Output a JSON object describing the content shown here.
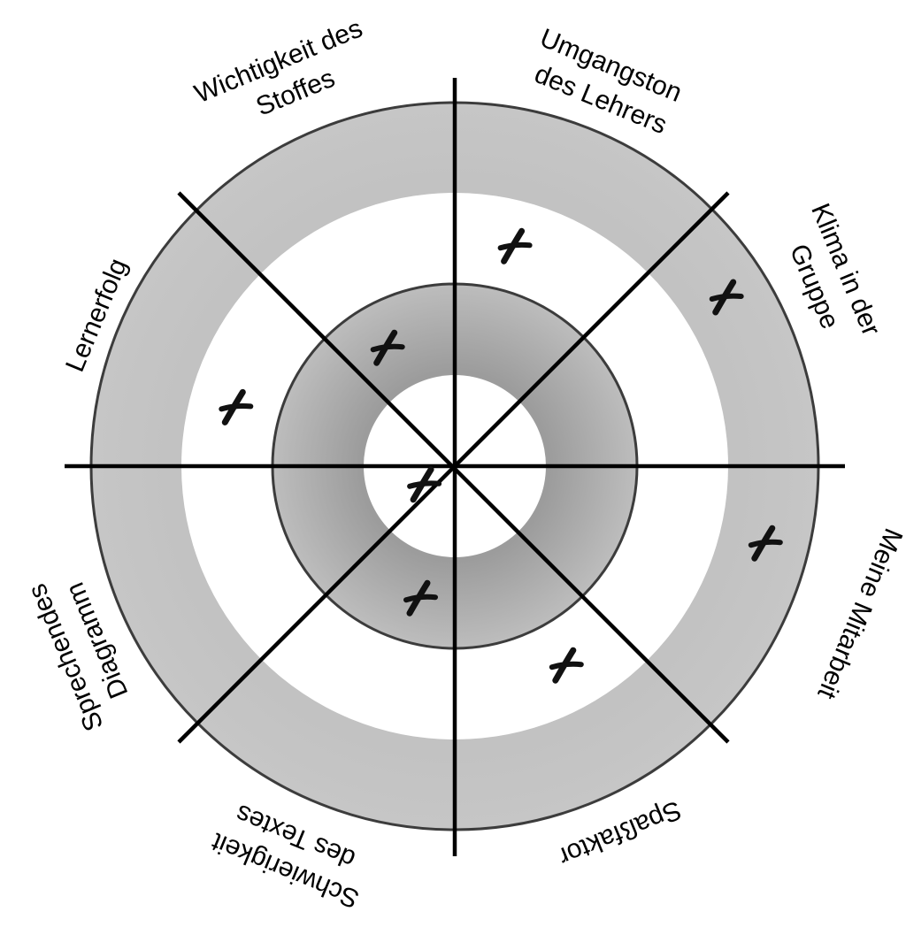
{
  "colors": {
    "band_light": "#c6c6c6",
    "band_dark": "#9c9c9c",
    "background": "#ffffff",
    "spoke": "#000000",
    "mark": "#111111"
  },
  "segments": [
    {
      "id": "umgangston",
      "lines": [
        "Umgangston",
        "des Lehrers"
      ]
    },
    {
      "id": "klima",
      "lines": [
        "Klima in der",
        "Gruppe"
      ]
    },
    {
      "id": "mitarbeit",
      "lines": [
        "Meine Mitarbeit"
      ]
    },
    {
      "id": "spassfaktor",
      "lines": [
        "Spaßfaktor"
      ]
    },
    {
      "id": "schwierigkeit",
      "lines": [
        "Schwierigkeit",
        "des Textes"
      ]
    },
    {
      "id": "sprechendes",
      "lines": [
        "Sprechendes",
        "Diagramm"
      ]
    },
    {
      "id": "lernerfolg",
      "lines": [
        "Lernerfolg"
      ]
    },
    {
      "id": "wichtigkeit",
      "lines": [
        "Wichtigkeit des",
        "Stoffes"
      ]
    }
  ],
  "ratings": [
    {
      "segment": "umgangston",
      "ring": 3
    },
    {
      "segment": "klima",
      "ring": 2
    },
    {
      "segment": "mitarbeit",
      "ring": 2
    },
    {
      "segment": "spassfaktor",
      "ring": 3
    },
    {
      "segment": "schwierigkeit",
      "ring": 4
    },
    {
      "segment": "sprechendes",
      "ring": 5
    },
    {
      "segment": "lernerfolg",
      "ring": 3
    },
    {
      "segment": "wichtigkeit",
      "ring": 4
    }
  ]
}
